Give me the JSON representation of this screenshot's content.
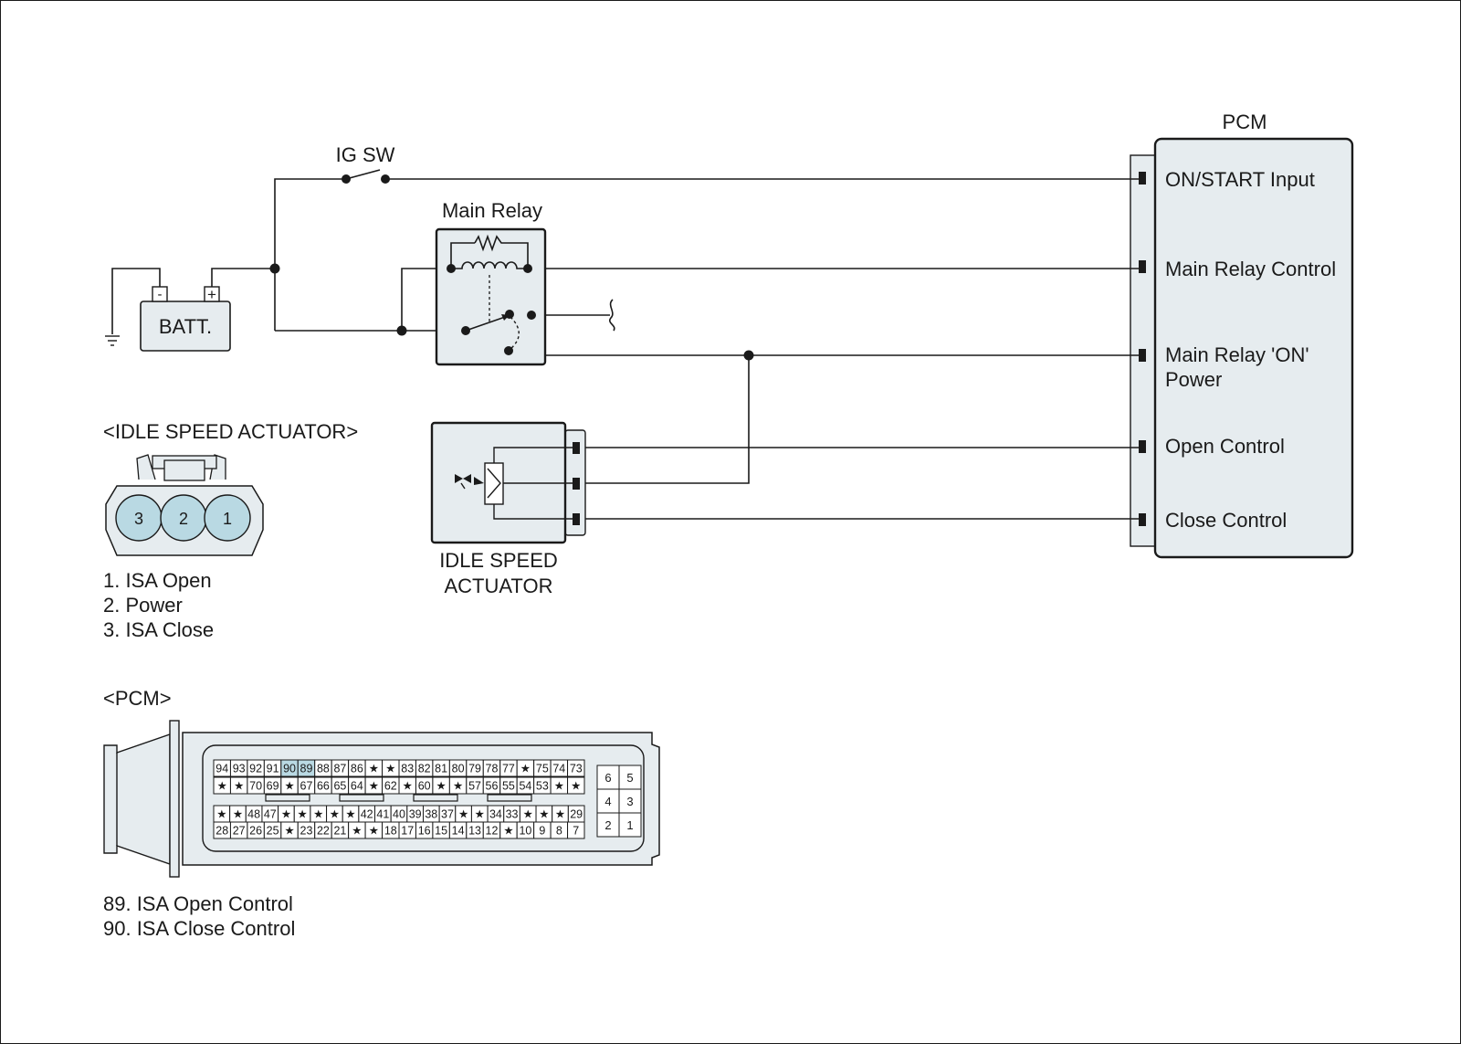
{
  "labels": {
    "ig_sw": "IG SW",
    "main_relay": "Main Relay",
    "batt": "BATT.",
    "batt_neg": "-",
    "batt_pos": "+",
    "pcm_title": "PCM",
    "isa_title": "<IDLE SPEED ACTUATOR>",
    "isa_box_line1": "IDLE SPEED",
    "isa_box_line2": "ACTUATOR",
    "pcm_connector_title": "<PCM>"
  },
  "pcm_pins": [
    {
      "line1": "ON/START Input",
      "line2": ""
    },
    {
      "line1": "Main Relay Control",
      "line2": ""
    },
    {
      "line1": "Main Relay 'ON'",
      "line2": "Power"
    },
    {
      "line1": "Open Control",
      "line2": ""
    },
    {
      "line1": "Close Control",
      "line2": ""
    }
  ],
  "isa_connector": {
    "pins": [
      "3",
      "2",
      "1"
    ],
    "legend": [
      "1. ISA Open",
      "2. Power",
      "3. ISA Close"
    ]
  },
  "pcm_connector": {
    "highlight_color": "#b9d9e3",
    "highlighted": [
      "90",
      "89"
    ],
    "rows": [
      [
        "94",
        "93",
        "92",
        "91",
        "90",
        "89",
        "88",
        "87",
        "86",
        "★",
        "★",
        "83",
        "82",
        "81",
        "80",
        "79",
        "78",
        "77",
        "★",
        "75",
        "74",
        "73"
      ],
      [
        "★",
        "★",
        "70",
        "69",
        "★",
        "67",
        "66",
        "65",
        "64",
        "★",
        "62",
        "★",
        "60",
        "★",
        "★",
        "57",
        "56",
        "55",
        "54",
        "53",
        "★",
        "★"
      ],
      [
        "★",
        "★",
        "48",
        "47",
        "★",
        "★",
        "★",
        "★",
        "★",
        "42",
        "41",
        "40",
        "39",
        "38",
        "37",
        "★",
        "★",
        "34",
        "33",
        "★",
        "★",
        "★",
        "29"
      ],
      [
        "28",
        "27",
        "26",
        "25",
        "★",
        "23",
        "22",
        "21",
        "★",
        "★",
        "18",
        "17",
        "16",
        "15",
        "14",
        "13",
        "12",
        "★",
        "10",
        "9",
        "8",
        "7"
      ]
    ],
    "side_pins": [
      [
        "6",
        "5"
      ],
      [
        "4",
        "3"
      ],
      [
        "2",
        "1"
      ]
    ],
    "legend": [
      "89. ISA Open Control",
      "90. ISA Close Control"
    ]
  },
  "colors": {
    "component_fill": "#e6ecef",
    "isa_pin_fill": "#b9d9e3",
    "line": "#1a1a1a"
  }
}
